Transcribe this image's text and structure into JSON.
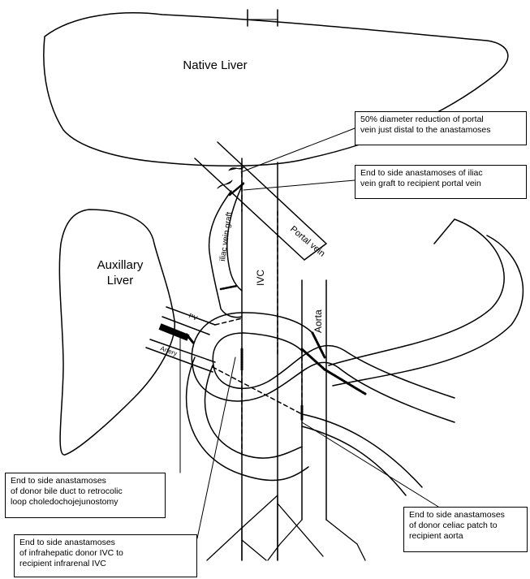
{
  "structures": {
    "native_liver": "Native Liver",
    "auxillary_liver": [
      "Auxillary",
      "Liver"
    ],
    "ivc": "IVC",
    "aorta": "Aorta",
    "portal_vein": "Portal vein",
    "iliac_vein_graft": "iliac vein graft",
    "pv": "PV",
    "artery": "Artery"
  },
  "callouts": {
    "portal_reduction": [
      "50% diameter reduction of portal",
      "vein just distal to the anastamoses"
    ],
    "iliac_graft_anastomosis": [
      "End to side anastamoses of iliac",
      "vein graft to recipient portal vein"
    ],
    "bile_duct": [
      "End to side anastamoses",
      "of donor bile duct to retrocolic",
      "loop choledochojejunostomy"
    ],
    "celiac_patch": [
      "End to side anastamoses",
      "of donor celiac patch to",
      "recipient aorta"
    ],
    "infrahepatic_ivc": [
      "End to side anastamoses",
      "of infrahepatic donor IVC to",
      "recipient infrarenal IVC"
    ]
  }
}
